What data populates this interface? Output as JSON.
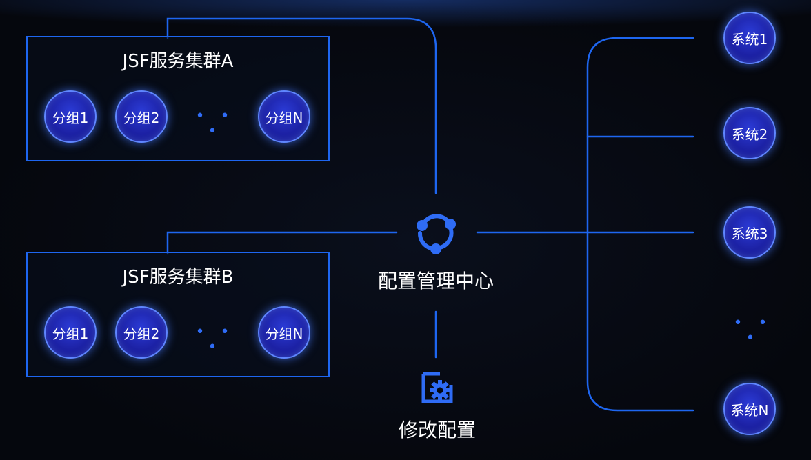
{
  "clusters": [
    {
      "title": "JSF服务集群A",
      "groups": [
        "分组1",
        "分组2",
        "分组N"
      ],
      "ellipsis": "• • •"
    },
    {
      "title": "JSF服务集群B",
      "groups": [
        "分组1",
        "分组2",
        "分组N"
      ],
      "ellipsis": "• • •"
    }
  ],
  "center": {
    "label": "配置管理中心",
    "icon": "sync-hub-icon"
  },
  "modify": {
    "label": "修改配置",
    "icon": "config-gear-icon"
  },
  "systems": {
    "items": [
      "系统1",
      "系统2",
      "系统3",
      "系统N"
    ],
    "ellipsis": "• • •"
  },
  "colors": {
    "background": "#05070d",
    "line": "#1e66f0",
    "node_fill": "#1d22a6",
    "node_border": "#5f86ff",
    "icon": "#2f6cf5"
  }
}
